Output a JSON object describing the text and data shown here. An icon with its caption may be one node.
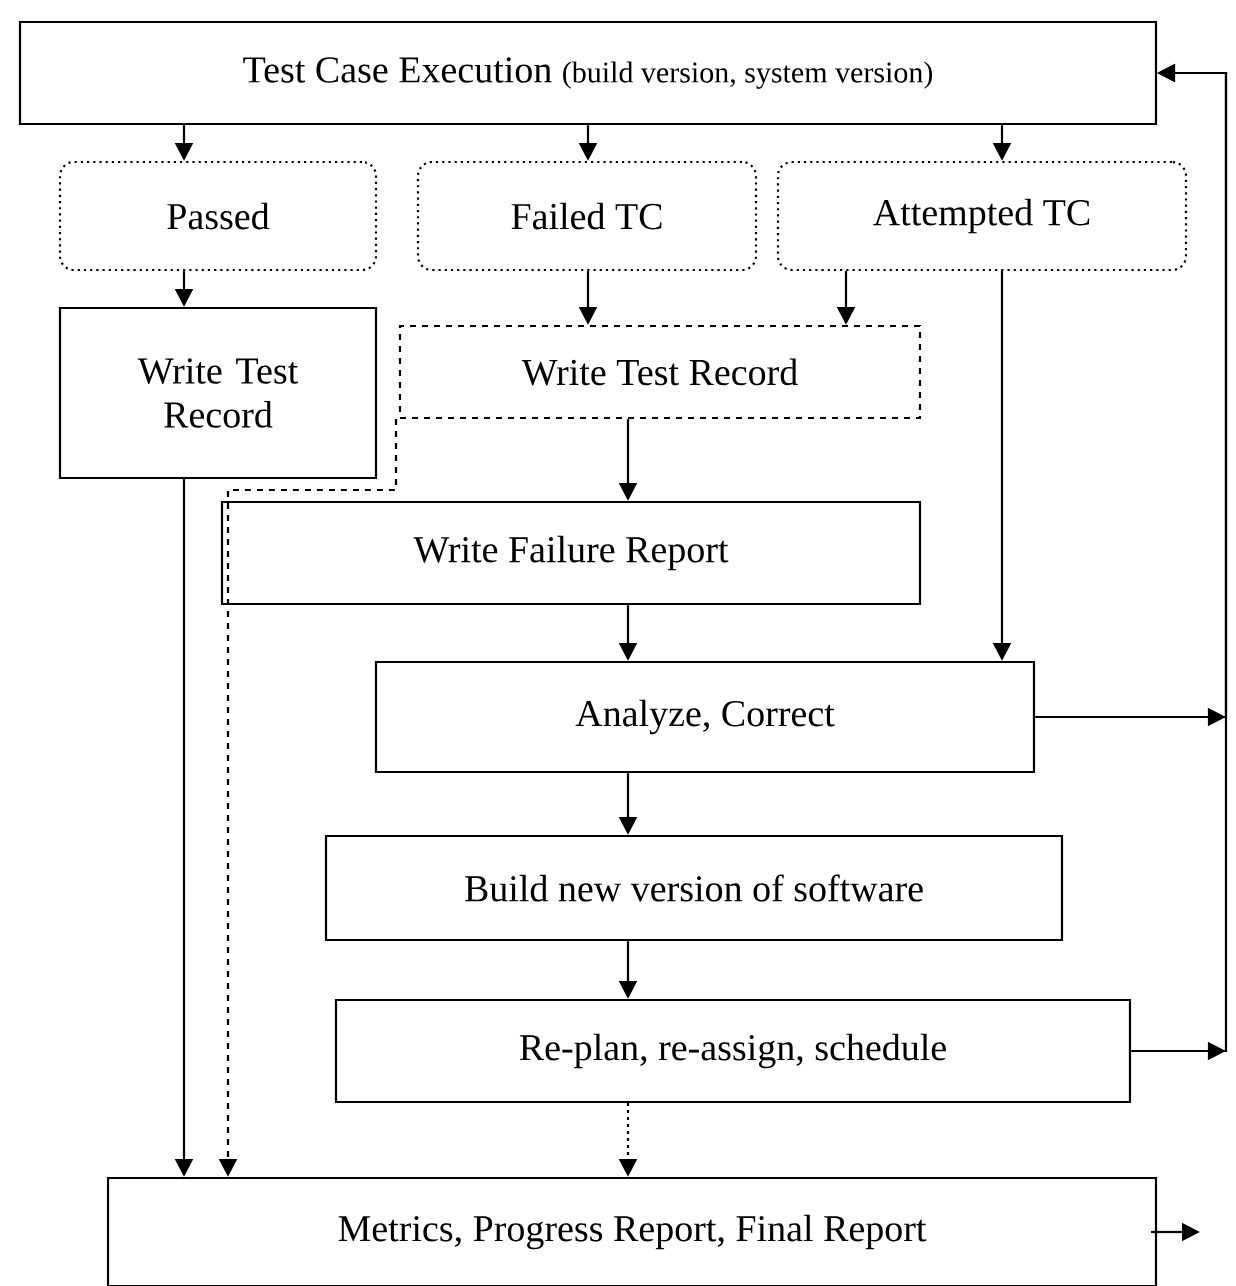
{
  "diagram": {
    "nodes": [
      {
        "text": [
          "Test Case Execution",
          "(build version, system version)"
        ]
      },
      {
        "text": [
          "Passed"
        ]
      },
      {
        "text": [
          "Failed TC"
        ]
      },
      {
        "text": [
          "Attempted TC"
        ]
      },
      {
        "text": [
          "Write Test Record"
        ]
      },
      {
        "text": [
          "Write Test Record"
        ]
      },
      {
        "text": [
          "Write Failure Report"
        ]
      },
      {
        "text": [
          "Analyze, Correct"
        ]
      },
      {
        "text": [
          "Build new version of software"
        ]
      },
      {
        "text": [
          "Re-plan, re-assign, schedule"
        ]
      },
      {
        "text": [
          "Metrics, Progress Report, Final Report"
        ]
      }
    ],
    "edges": [
      {
        "from": 0,
        "to": 1,
        "arrow": "to"
      },
      {
        "from": 0,
        "to": 2,
        "arrow": "to"
      },
      {
        "from": 0,
        "to": 3,
        "arrow": "to"
      },
      {
        "from": 1,
        "to": 4,
        "arrow": "to"
      },
      {
        "from": 2,
        "to": 5,
        "arrow": "to"
      },
      {
        "from": 3,
        "to": 5,
        "arrow": "to"
      },
      {
        "from": 3,
        "to": 7,
        "arrow": "to"
      },
      {
        "from": 5,
        "to": 6,
        "arrow": "to"
      },
      {
        "from": 6,
        "to": 7,
        "arrow": "to"
      },
      {
        "from": 7,
        "to": 8,
        "arrow": "to"
      },
      {
        "from": 8,
        "to": 9,
        "arrow": "to"
      },
      {
        "from": 9,
        "to": 10,
        "arrow": "to",
        "style": "dashed"
      },
      {
        "from": 5,
        "to": 10,
        "arrow": "to",
        "style": "dashed"
      },
      {
        "from": 4,
        "to": 10,
        "arrow": "to"
      },
      {
        "from": 7,
        "to": 0,
        "arrow": "to"
      },
      {
        "from": 9,
        "to": 0,
        "arrow": "to"
      },
      {
        "from": 10,
        "to": null,
        "arrow": "to"
      }
    ]
  }
}
